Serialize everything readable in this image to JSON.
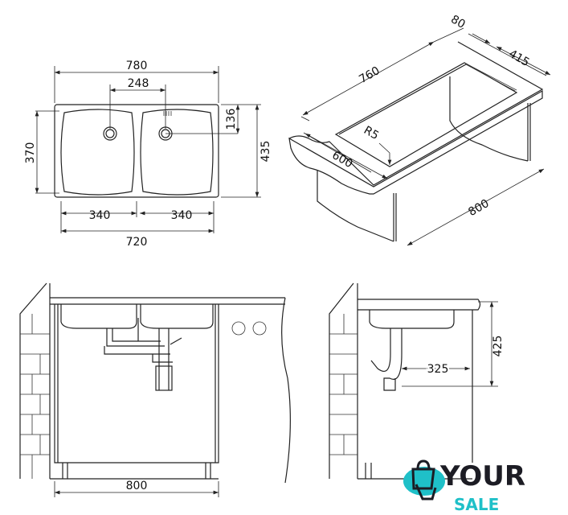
{
  "top_view": {
    "overall_width": "780",
    "drain_spacing": "248",
    "drain_offset": "136",
    "overall_depth": "435",
    "bowl_depth": "370",
    "bowl_left": "340",
    "bowl_right": "340",
    "bowls_total": "720"
  },
  "iso_view": {
    "cutout_length": "760",
    "ledge": "80",
    "cutout_depth": "415",
    "worktop_depth": "600",
    "radius": "R5",
    "cabinet_width": "800"
  },
  "front_view": {
    "cabinet_width": "800"
  },
  "side_view": {
    "height": "425",
    "trap_offset": "325"
  },
  "logo": {
    "line1": "YOUR",
    "line2": "SALE",
    "primary_color": "#1fc0c8",
    "dark_color": "#1c1c24"
  }
}
